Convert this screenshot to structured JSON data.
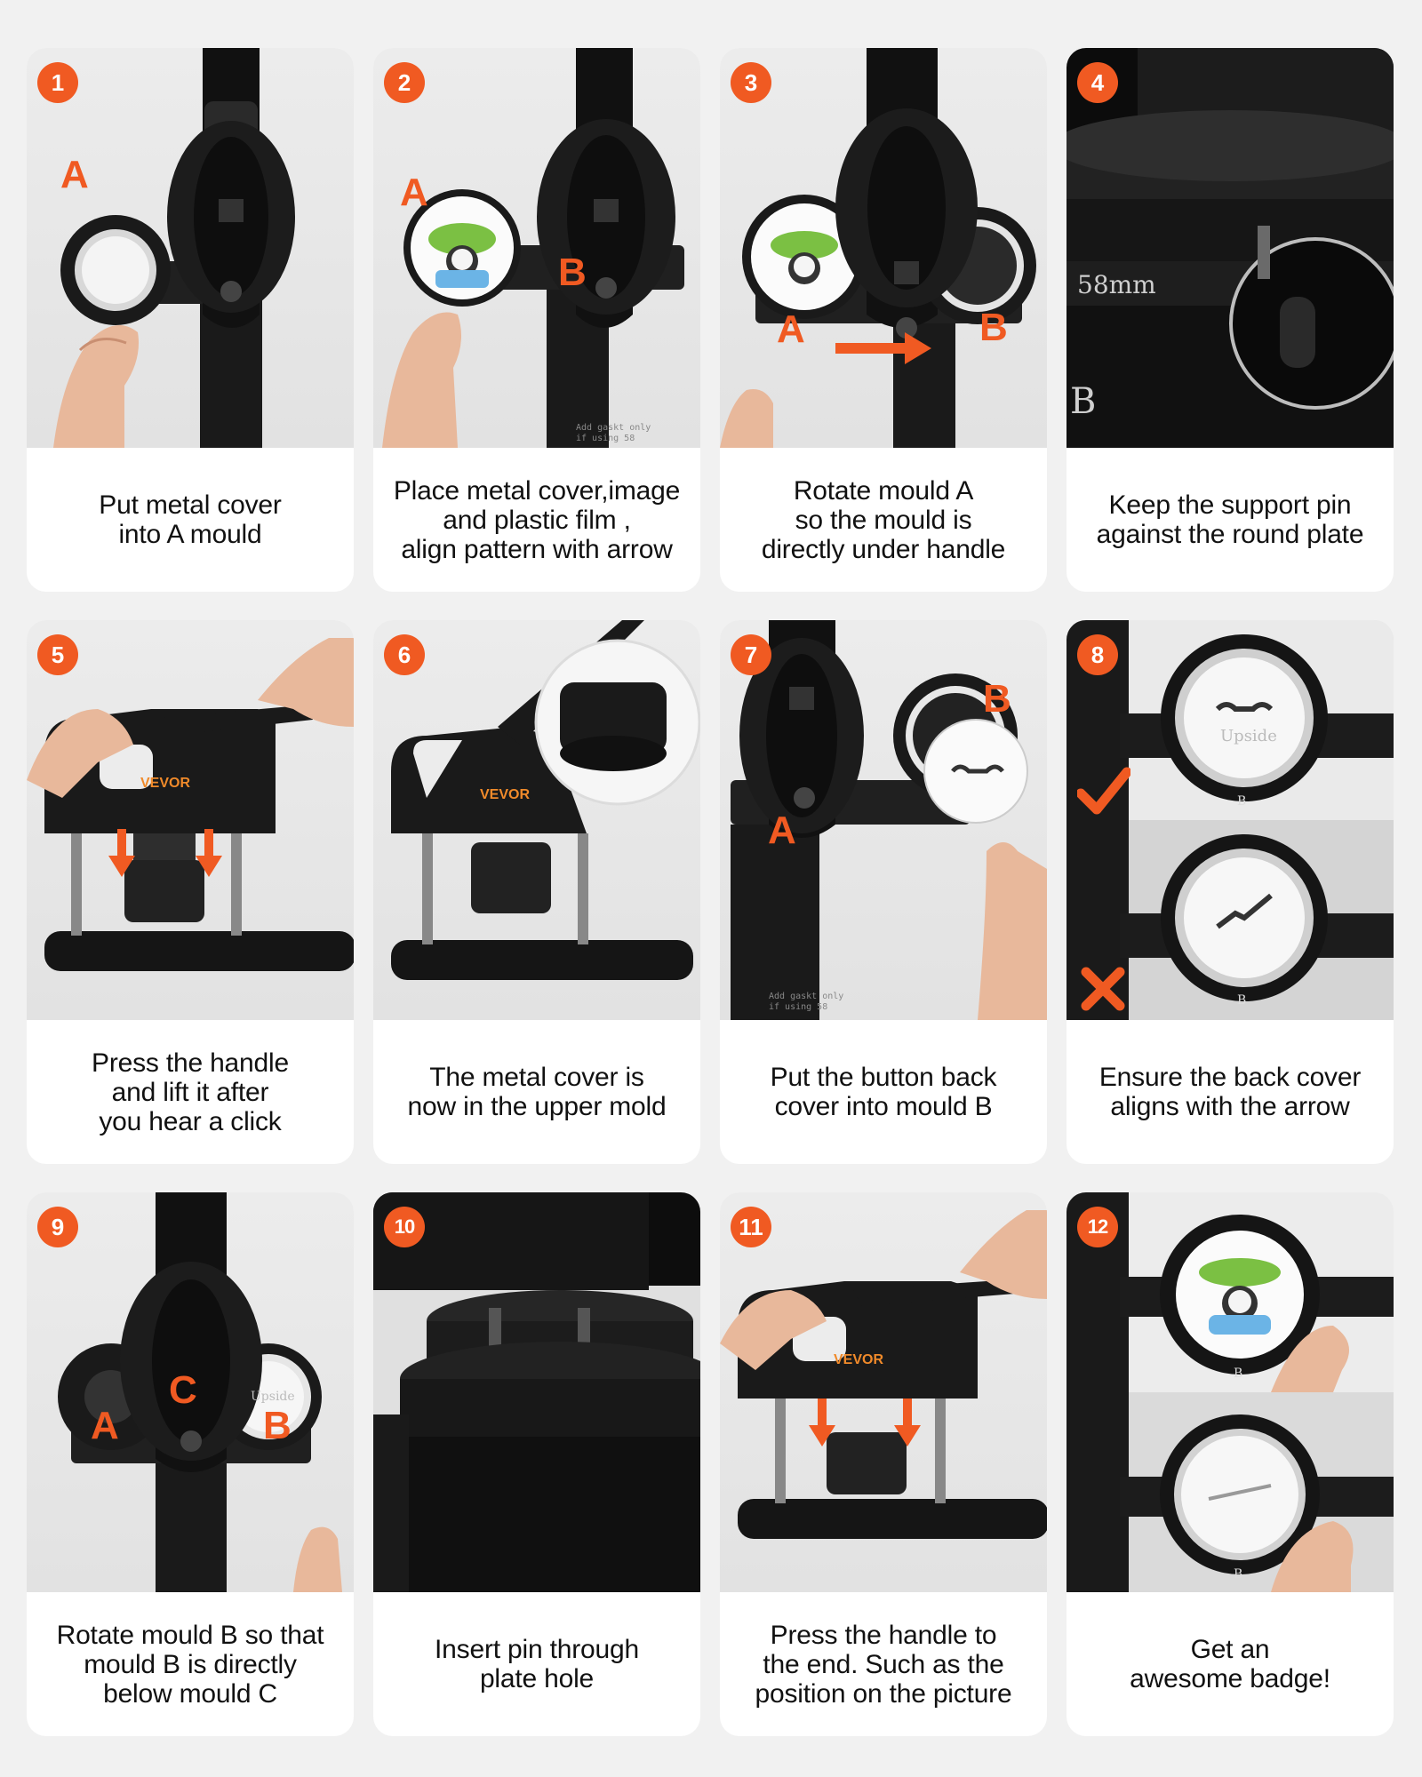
{
  "colors": {
    "accent": "#f05a22",
    "background": "#f1f1f1",
    "card": "#ffffff",
    "device": "#161616"
  },
  "steps": [
    {
      "number": "1",
      "caption": "Put metal cover\ninto A mould",
      "labels": {
        "a": "A"
      }
    },
    {
      "number": "2",
      "caption": "Place metal cover,image\nand plastic film ,\nalign pattern with arrow",
      "labels": {
        "a": "A",
        "b": "B"
      },
      "mold_text": "Add gaskt only\nif using 58"
    },
    {
      "number": "3",
      "caption": "Rotate mould A\nso the mould is\ndirectly under handle",
      "labels": {
        "a": "A",
        "b": "B"
      }
    },
    {
      "number": "4",
      "caption": "Keep the support pin\nagainst the round plate",
      "size_text": "58mm",
      "mold_letter": "B"
    },
    {
      "number": "5",
      "caption": "Press the handle\nand lift it after\nyou hear a click",
      "brand": "VEVOR"
    },
    {
      "number": "6",
      "caption": "The metal cover is\nnow in the upper mold",
      "brand": "VEVOR"
    },
    {
      "number": "7",
      "caption": "Put the button back\ncover into mould B",
      "labels": {
        "a": "A",
        "b": "B"
      },
      "mold_text": "Add gaskt only\nif using 58"
    },
    {
      "number": "8",
      "caption": "Ensure the back cover\naligns with the arrow",
      "mold_text": "Upside",
      "mold_letter": "B"
    },
    {
      "number": "9",
      "caption": "Rotate mould B so that\nmould B is directly\nbelow mould C",
      "labels": {
        "a": "A",
        "b": "B",
        "c": "C"
      },
      "mold_text": "Upside"
    },
    {
      "number": "10",
      "caption": "Insert pin through\nplate hole"
    },
    {
      "number": "11",
      "caption": "Press the handle to\nthe end. Such as the\nposition on the picture",
      "brand": "VEVOR"
    },
    {
      "number": "12",
      "caption": "Get an\nawesome badge!",
      "mold_letter": "B"
    }
  ]
}
